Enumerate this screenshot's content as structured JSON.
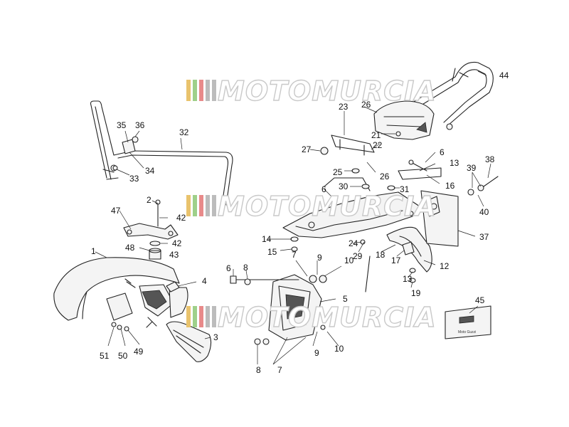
{
  "watermark": {
    "text": "MOTOMURCIA",
    "stripe_colors": [
      "#e9c36d",
      "#9ed08a",
      "#e88a8a",
      "#bcbcbc",
      "#bcbcbc"
    ]
  },
  "callouts": [
    "1",
    "2",
    "3",
    "4",
    "5",
    "6",
    "6",
    "6",
    "7",
    "7",
    "8",
    "8",
    "9",
    "9",
    "10",
    "10",
    "12",
    "13",
    "13",
    "14",
    "15",
    "16",
    "17",
    "18",
    "19",
    "21",
    "22",
    "23",
    "24",
    "25",
    "26",
    "26",
    "27",
    "29",
    "30",
    "31",
    "32",
    "33",
    "34",
    "35",
    "36",
    "37",
    "38",
    "39",
    "40",
    "42",
    "42",
    "43",
    "44",
    "45",
    "47",
    "48",
    "49",
    "50",
    "51"
  ],
  "decal": {
    "caption": "Moto Guzzi"
  }
}
